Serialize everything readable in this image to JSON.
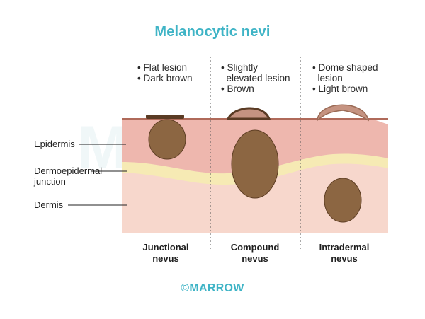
{
  "title": "Melanocytic nevi",
  "watermark": "MARROW",
  "colors": {
    "title": "#3fb4c6",
    "epidermis": "#eeb7ae",
    "junction_band": "#f6eab4",
    "dermis": "#f7d7cc",
    "skin_line": "#b06a5a",
    "nevus_fill": "#8c6642",
    "nevus_edge": "#5e3e24",
    "flat_lesion": "#5a3b24",
    "dome_lesion": "#c59381"
  },
  "layers": [
    {
      "label": "Epidermis"
    },
    {
      "label_line1": "Dermoepidermal",
      "label_line2": "junction"
    },
    {
      "label": "Dermis"
    }
  ],
  "columns": [
    {
      "name_line1": "Junctional",
      "name_line2": "nevus",
      "bullets": [
        "• Flat lesion",
        "• Dark brown"
      ]
    },
    {
      "name_line1": "Compound",
      "name_line2": "nevus",
      "bullets": [
        "• Slightly",
        "  elevated lesion",
        "• Brown"
      ]
    },
    {
      "name_line1": "Intradermal",
      "name_line2": "nevus",
      "bullets": [
        "• Dome shaped",
        "  lesion",
        "• Light brown"
      ]
    }
  ],
  "copyright": "©MARROW"
}
